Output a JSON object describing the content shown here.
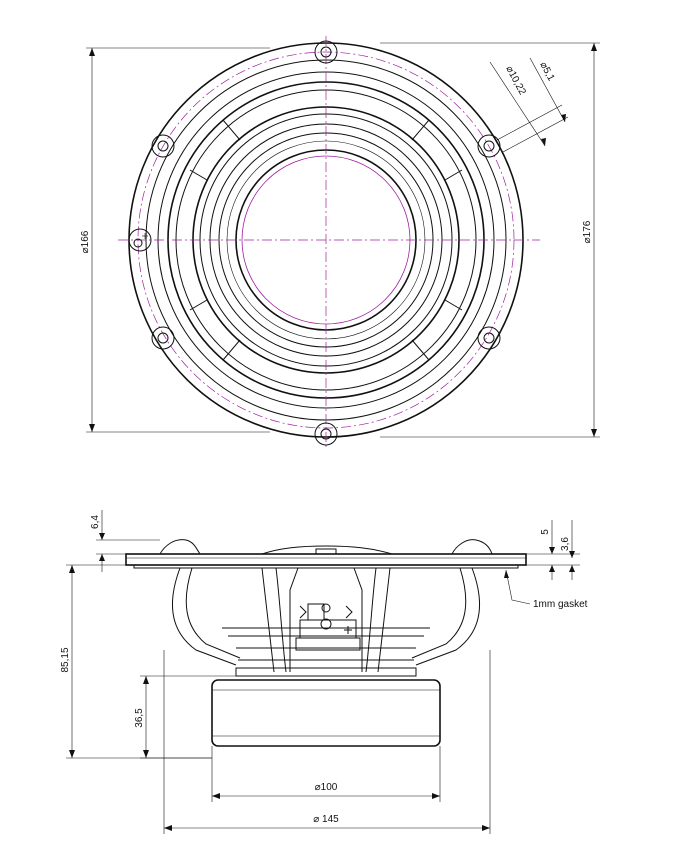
{
  "top_view": {
    "dimensions": {
      "d166": "⌀166",
      "d176": "⌀176",
      "d10_22": "⌀10,22",
      "d5_1": "⌀5,1"
    }
  },
  "side_view": {
    "dimensions": {
      "h6_4": "6,4",
      "h5": "5",
      "h3_6": "3,6",
      "h85_15": "85,15",
      "h36_5": "36,5",
      "d100": "⌀100",
      "d145": "⌀ 145"
    },
    "gasket_note": "1mm gasket",
    "terminal_plus": "+"
  }
}
